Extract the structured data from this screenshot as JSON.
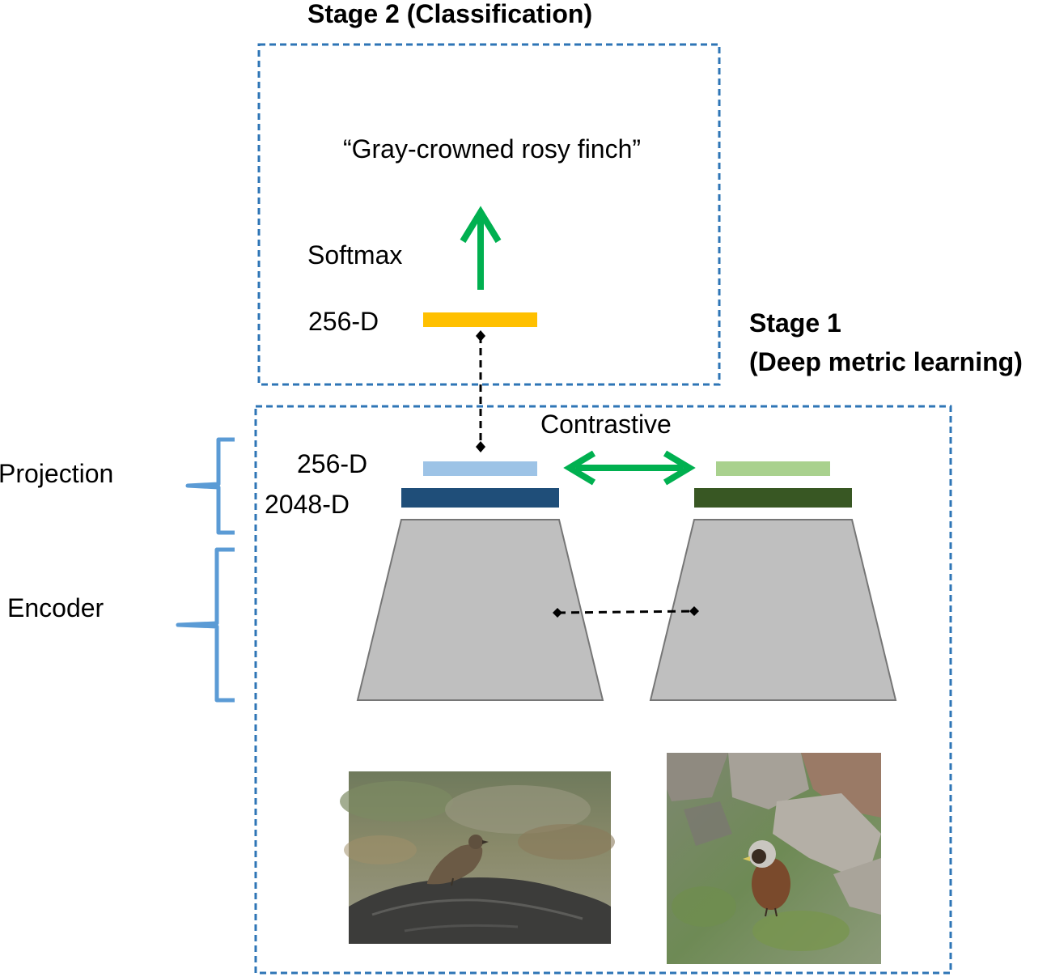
{
  "stage2": {
    "title": "Stage 2 (Classification)"
  },
  "stage1": {
    "title_line1": "Stage 1",
    "title_line2": "(Deep metric learning)"
  },
  "classification": {
    "output_label": "“Gray-crowned rosy finch”",
    "softmax_label": "Softmax",
    "feature_label": "256-D"
  },
  "projection": {
    "brace_label": "Projection",
    "dim_small_label": "256-D",
    "dim_large_label": "2048-D",
    "loss_label": "Contrastive"
  },
  "encoder": {
    "brace_label": "Encoder"
  },
  "colors": {
    "box_border": "#2e75b6",
    "brace": "#5b9bd5",
    "softmax_feature": "#ffc000",
    "left_256": "#9dc3e6",
    "left_2048": "#1f4e79",
    "right_256": "#a9d18e",
    "right_2048": "#385723",
    "arrow": "#00b050",
    "encoder_fill": "#bfbfbf",
    "encoder_stroke": "#767676"
  }
}
